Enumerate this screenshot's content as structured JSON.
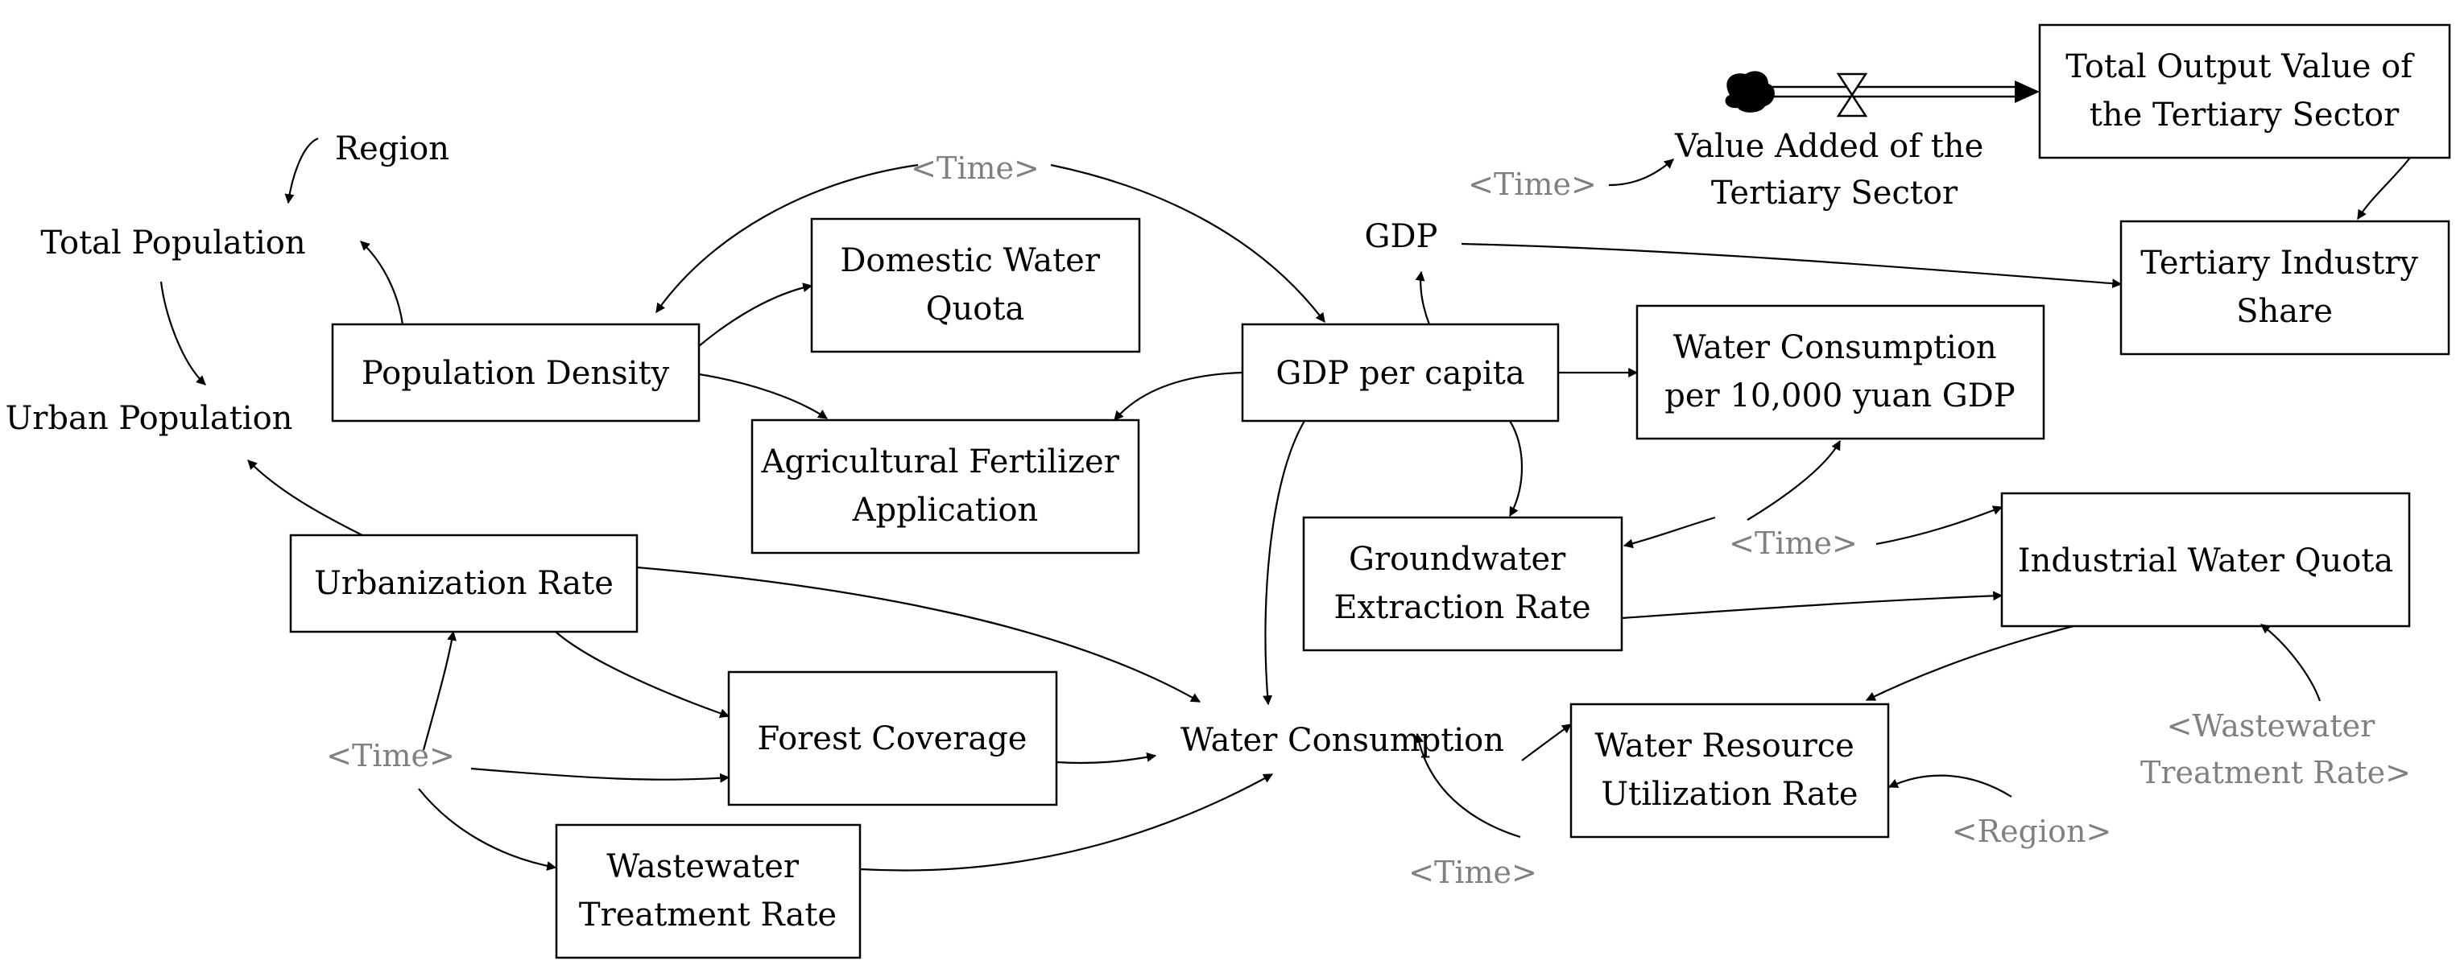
{
  "variables": {
    "region": "Region",
    "total_population": "Total Population",
    "urban_population": "Urban Population",
    "population_density": "Population Density",
    "domestic_water_quota": [
      "Domestic Water",
      "Quota"
    ],
    "agricultural_fertilizer": [
      "Agricultural Fertilizer",
      "Application"
    ],
    "urbanization_rate": "Urbanization Rate",
    "forest_coverage": "Forest Coverage",
    "wastewater_treatment_rate": [
      "Wastewater",
      "Treatment Rate"
    ],
    "water_consumption": "Water Consumption",
    "gdp": "GDP",
    "gdp_per_capita": "GDP per capita",
    "water_per_gdp": [
      "Water Consumption",
      "per 10,000 yuan GDP"
    ],
    "groundwater_extraction": [
      "Groundwater",
      "Extraction Rate"
    ],
    "value_added_tertiary": [
      "Value Added of the",
      "Tertiary Sector"
    ],
    "total_output_tertiary": [
      "Total Output Value of",
      "the Tertiary Sector"
    ],
    "tertiary_share": [
      "Tertiary Industry",
      "Share"
    ],
    "industrial_water_quota": "Industrial Water Quota",
    "water_resource_utilization": [
      "Water Resource",
      "Utilization Rate"
    ]
  },
  "shadow_variables": {
    "time": "<Time>",
    "wastewater_treatment_rate": [
      "<Wastewater",
      "Treatment Rate>"
    ],
    "region": "<Region>"
  },
  "colors": {
    "stroke": "#000000",
    "shadow_text": "#808080",
    "background": "#ffffff"
  }
}
